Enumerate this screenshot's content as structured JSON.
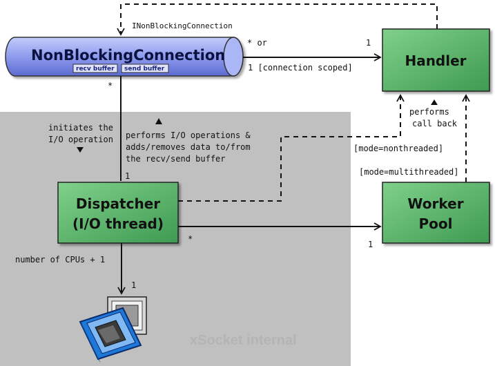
{
  "diagram": {
    "region_label": "xSocket internal",
    "nodes": {
      "connection": {
        "title": "NonBlockingConnection",
        "recv_buffer": "recv buffer",
        "send_buffer": "send buffer"
      },
      "handler": {
        "title": "Handler"
      },
      "dispatcher": {
        "line1": "Dispatcher",
        "line2": "(I/O thread)"
      },
      "worker_pool": {
        "line1": "Worker",
        "line2": "Pool"
      },
      "cpu": {
        "icon": "cpu-chip-icon"
      }
    },
    "labels": {
      "inonblocking": "INonBlockingConnection",
      "star_or": "* or",
      "handler_mult_top": "1",
      "connection_scoped": "1 [connection scoped]",
      "conn_star": "*",
      "initiates_1": "initiates the",
      "initiates_2": "I/O operation",
      "performs_io_1": "performs I/O operations &",
      "performs_io_2": "adds/removes data to/from",
      "performs_io_3": "the recv/send buffer",
      "dispatcher_mult_top": "1",
      "performs_cb_1": "performs",
      "performs_cb_2": "call back",
      "mode_nonthreaded": "[mode=nonthreaded]",
      "mode_multithreaded": "[mode=multithreaded]",
      "dispatcher_star": "*",
      "worker_mult": "1",
      "num_cpus": "number of CPUs + 1",
      "cpu_mult": "1"
    },
    "colors": {
      "region": "#c0c0c0",
      "box_green": "#5cb86a",
      "connection_blue": "#8f9ef0"
    }
  }
}
